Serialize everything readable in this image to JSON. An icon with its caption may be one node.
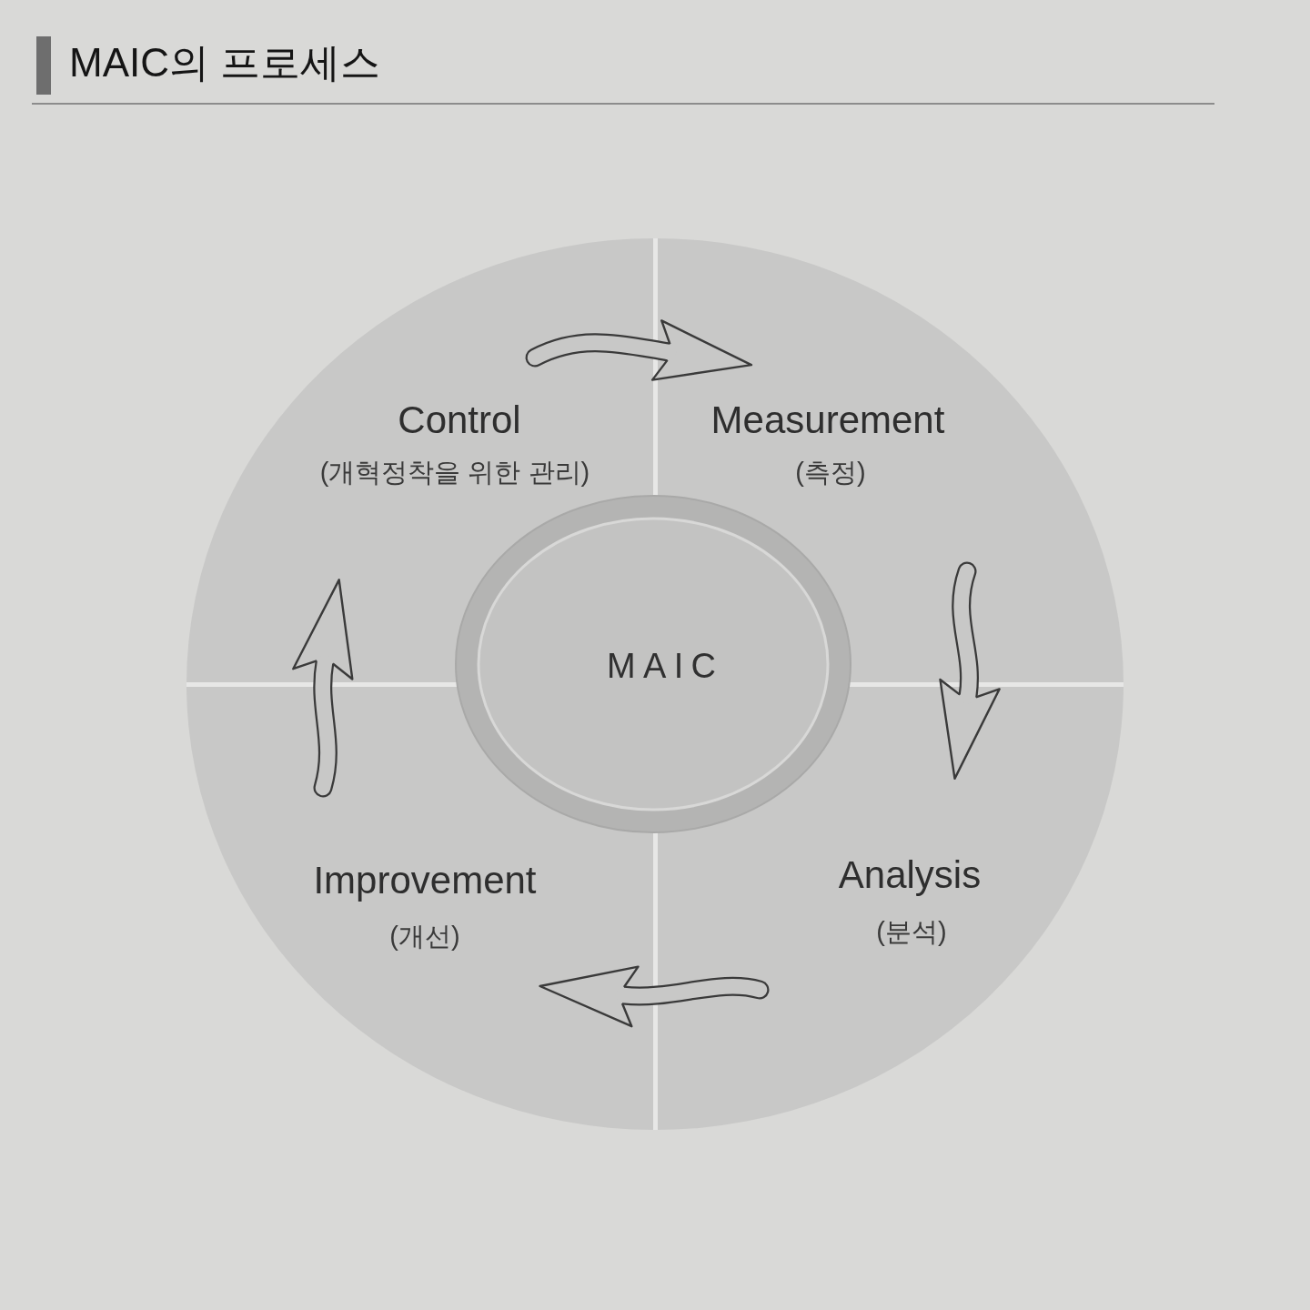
{
  "diagram": {
    "title": "MAIC의 프로세스",
    "nodes": [
      {
        "text": [
          "Control",
          "(개혁정착을 위한 관리)"
        ]
      },
      {
        "text": [
          "Measurement",
          "(측정)"
        ]
      },
      {
        "text": [
          "MAIC"
        ]
      },
      {
        "text": [
          "Improvement",
          "(개선)"
        ]
      },
      {
        "text": [
          "Analysis",
          "(분석)"
        ]
      }
    ],
    "edges": [
      {
        "from": 0,
        "to": 1,
        "arrow": "to"
      },
      {
        "from": 1,
        "to": 4,
        "arrow": "to"
      },
      {
        "from": 4,
        "to": 3,
        "arrow": "to"
      },
      {
        "from": 3,
        "to": 0,
        "arrow": "to"
      }
    ]
  }
}
